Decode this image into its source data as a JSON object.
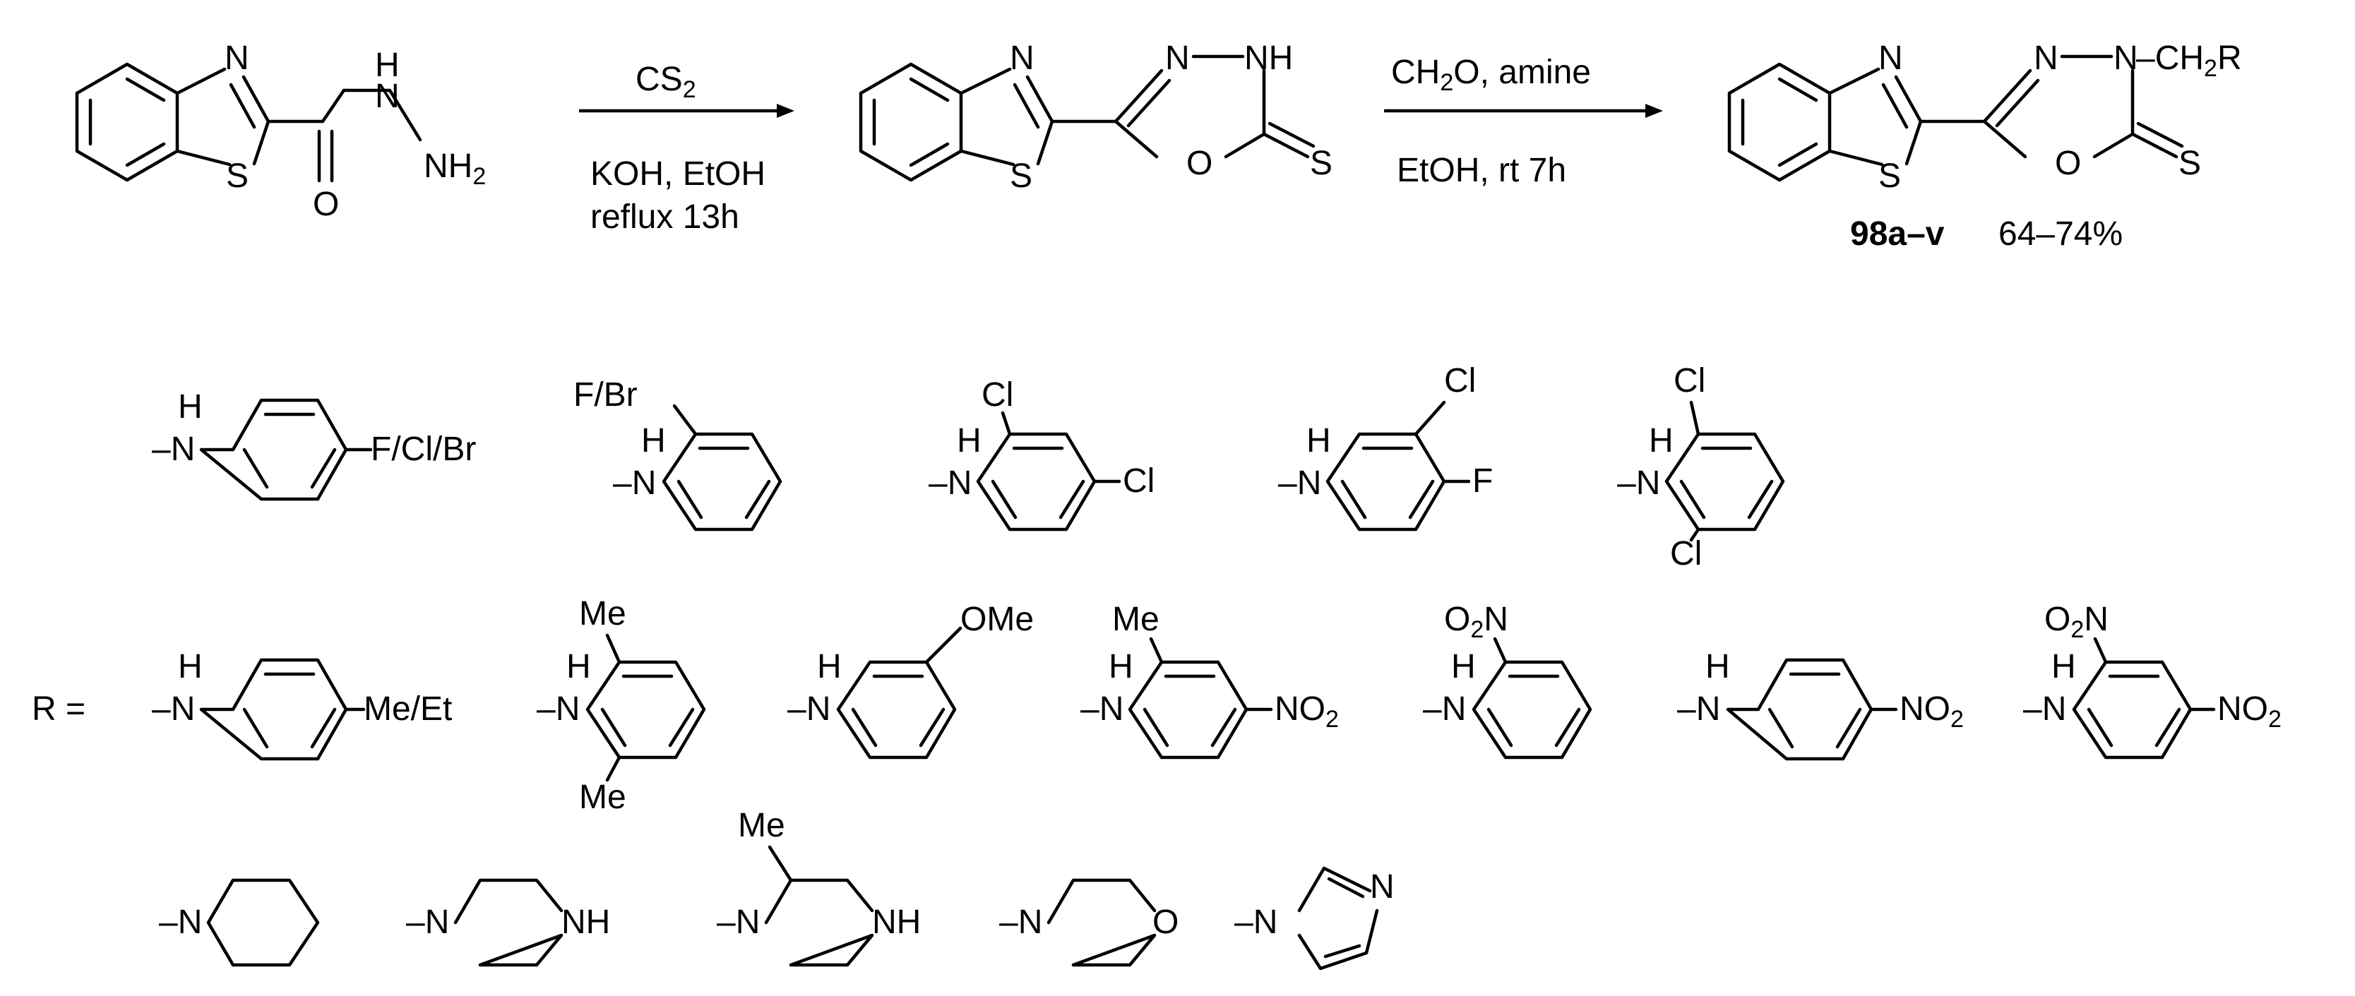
{
  "scheme": {
    "step1": {
      "reagent_above": "CS",
      "reagent_above_sub": "2",
      "conditions_line1": "KOH, EtOH",
      "conditions_line2": "reflux 13h"
    },
    "step2": {
      "reagent_above_a": "CH",
      "reagent_above_sub": "2",
      "reagent_above_b": "O, amine",
      "conditions_line1": "EtOH, rt 7h"
    },
    "product": {
      "compound_label": "98a–v",
      "yield": "64–74%",
      "substituent_tail": "–CH",
      "substituent_sub": "2",
      "substituent_end": "R"
    },
    "atoms": {
      "N": "N",
      "S": "S",
      "O": "O",
      "H": "H",
      "NH": "NH",
      "NH2": "NH",
      "NH2_sub": "2"
    }
  },
  "r_groups": {
    "prefix": "R =",
    "row1": {
      "g1_sub": "F/Cl/Br",
      "g2_sub": "F/Br",
      "g3_sub_top": "Cl",
      "g3_sub_para": "Cl",
      "g4_sub_meta": "Cl",
      "g4_sub_para": "F",
      "g5_sub_top": "Cl",
      "g5_sub_bottom": "Cl"
    },
    "row2": {
      "g1_sub": "Me/Et",
      "g2_sub_top": "Me",
      "g2_sub_bottom": "Me",
      "g3_sub": "OMe",
      "g4_sub_top": "Me",
      "g4_sub_para": "NO",
      "g5_sub": "O",
      "g6_sub_para": "NO",
      "g7_sub_top": "O",
      "g7_sub_para": "NO",
      "nitro_sub": "2",
      "nitro_tail": "N"
    },
    "row3": {
      "NH": "NH",
      "N": "N",
      "O": "O",
      "Me": "Me"
    }
  }
}
